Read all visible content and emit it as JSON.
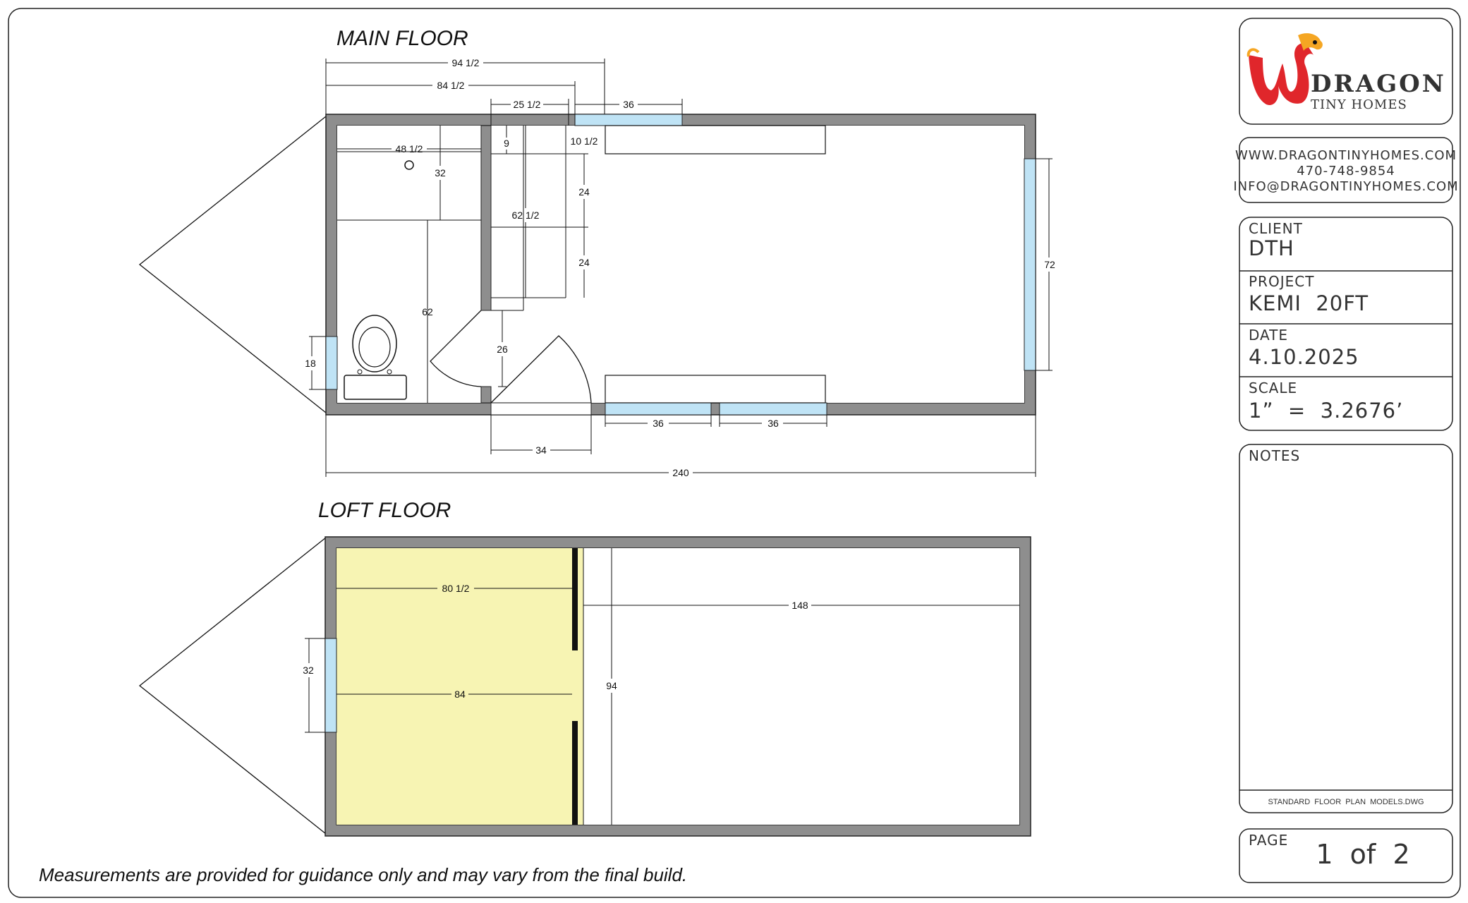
{
  "main_floor": {
    "title": "MAIN FLOOR",
    "dims": {
      "d94": "94 1/2",
      "d84": "84 1/2",
      "d25": "25 1/2",
      "d36top": "36",
      "d48": "48 1/2",
      "d32": "32",
      "d9": "9",
      "d10": "10 1/2",
      "d24a": "24",
      "d62half": "62 1/2",
      "d24b": "24",
      "d62": "62",
      "d26": "26",
      "d18": "18",
      "d72": "72",
      "d36a": "36",
      "d36b": "36",
      "d34": "34",
      "d240": "240"
    }
  },
  "loft_floor": {
    "title": "LOFT FLOOR",
    "dims": {
      "d80": "80 1/2",
      "d148": "148",
      "d84": "84",
      "d94": "94",
      "d32": "32"
    }
  },
  "title_block": {
    "brand": "DRAGON",
    "brand_sub": "TINY HOMES",
    "website": "WWW.DRAGONTINYHOMES.COM",
    "phone": "470-748-9854",
    "email": "INFO@DRAGONTINYHOMES.COM",
    "client_label": "CLIENT",
    "client": "DTH",
    "project_label": "PROJECT",
    "project": "KEMI  20FT",
    "date_label": "DATE",
    "date": "4.10.2025",
    "scale_label": "SCALE",
    "scale": "1”  =  3.2676’",
    "notes_label": "NOTES",
    "file": "STANDARD  FLOOR  PLAN  MODELS.DWG",
    "page_label": "PAGE",
    "page": "1  of  2"
  },
  "disclaimer": "Measurements are provided for guidance only and may vary from the final build.",
  "colors": {
    "wall": "#8e8e8e",
    "window": "#bfe3f5",
    "loft_fill": "#f7f4b3",
    "brand_red": "#e0262b",
    "brand_orange": "#f5a623"
  }
}
